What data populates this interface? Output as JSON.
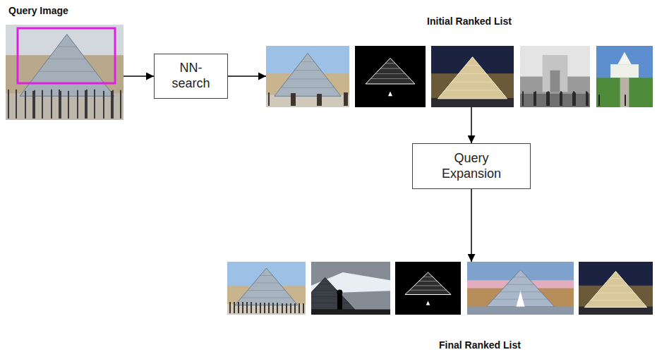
{
  "diagram": {
    "nodes": [
      {
        "text": [
          "Query Image"
        ]
      },
      {
        "text": [
          "NN-search"
        ]
      },
      {
        "text": [
          "Initial Ranked List"
        ]
      },
      {
        "text": [
          "Query Expansion"
        ]
      },
      {
        "text": [
          "Final Ranked List"
        ]
      }
    ],
    "edges": [
      {
        "from": 0,
        "to": 1,
        "arrow": "to"
      },
      {
        "from": 1,
        "to": 2,
        "arrow": "to"
      },
      {
        "from": 2,
        "to": 3,
        "arrow": "to"
      },
      {
        "from": 3,
        "to": 4,
        "arrow": "to"
      }
    ]
  }
}
